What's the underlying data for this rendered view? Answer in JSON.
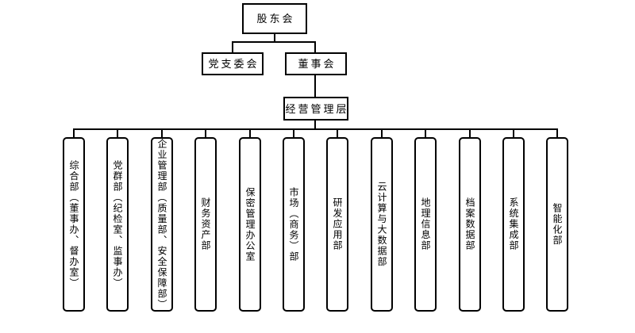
{
  "colors": {
    "background": "#ffffff",
    "line": "#000000",
    "text": "#000000"
  },
  "org_chart": {
    "root": {
      "label": "股东会"
    },
    "level2": {
      "party_branch": "党支委会",
      "board": "董事会"
    },
    "level3": {
      "management": "经营管理层"
    },
    "departments": [
      "综合部（董事办、督办室）",
      "党群部（纪检室、监事办）",
      "企业管理部（质量部、安全保障部）",
      "财务资产部",
      "保密管理办公室",
      "市场（商务）部",
      "研发应用部",
      "云计算与大数据部",
      "地理信息部",
      "档案数据部",
      "系统集成部",
      "智能化部"
    ]
  }
}
